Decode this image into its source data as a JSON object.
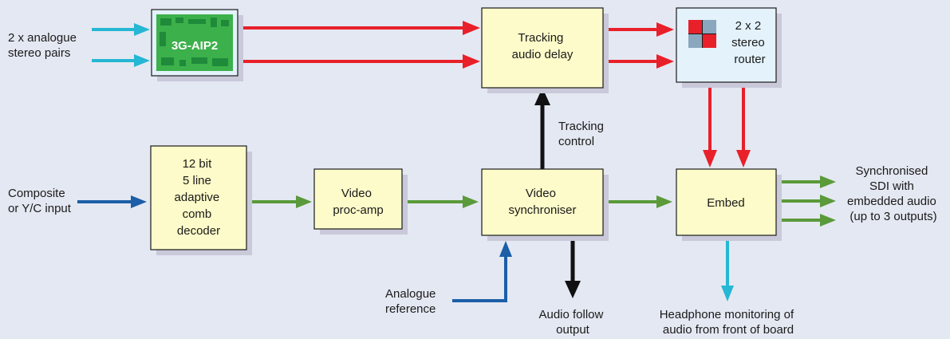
{
  "colors": {
    "background": "#e4e8f2",
    "box_fill": "#fdfbc9",
    "router_fill": "#e3f2fb",
    "shadow": "#c9c9da",
    "audio_arrow": "#e8202a",
    "video_arrow": "#5a9a3a",
    "analogue_audio_arrow": "#25b7d3",
    "composite_arrow": "#1c5ea7",
    "control_arrow": "#111111",
    "board_green": "#3cb04a",
    "board_dark": "#1f8a3a"
  },
  "labels": {
    "analogue_in": [
      "2 x analogue",
      "stereo pairs"
    ],
    "composite_in": [
      "Composite",
      "or Y/C input"
    ],
    "tracking_control": [
      "Tracking",
      "control"
    ],
    "analogue_ref": [
      "Analogue",
      "reference"
    ],
    "audio_follow": [
      "Audio follow",
      "output"
    ],
    "headphone": [
      "Headphone monitoring of",
      "audio from front of board"
    ],
    "sdi_out": [
      "Synchronised",
      "SDI with",
      "embedded audio",
      "(up to 3 outputs)"
    ]
  },
  "boxes": {
    "aip": "3G-AIP2",
    "delay": [
      "Tracking",
      "audio delay"
    ],
    "router": [
      "2 x 2",
      "stereo",
      "router"
    ],
    "decoder": [
      "12 bit",
      "5 line",
      "adaptive",
      "comb",
      "decoder"
    ],
    "procamp": [
      "Video",
      "proc-amp"
    ],
    "sync": [
      "Video",
      "synchroniser"
    ],
    "embed": "Embed"
  }
}
